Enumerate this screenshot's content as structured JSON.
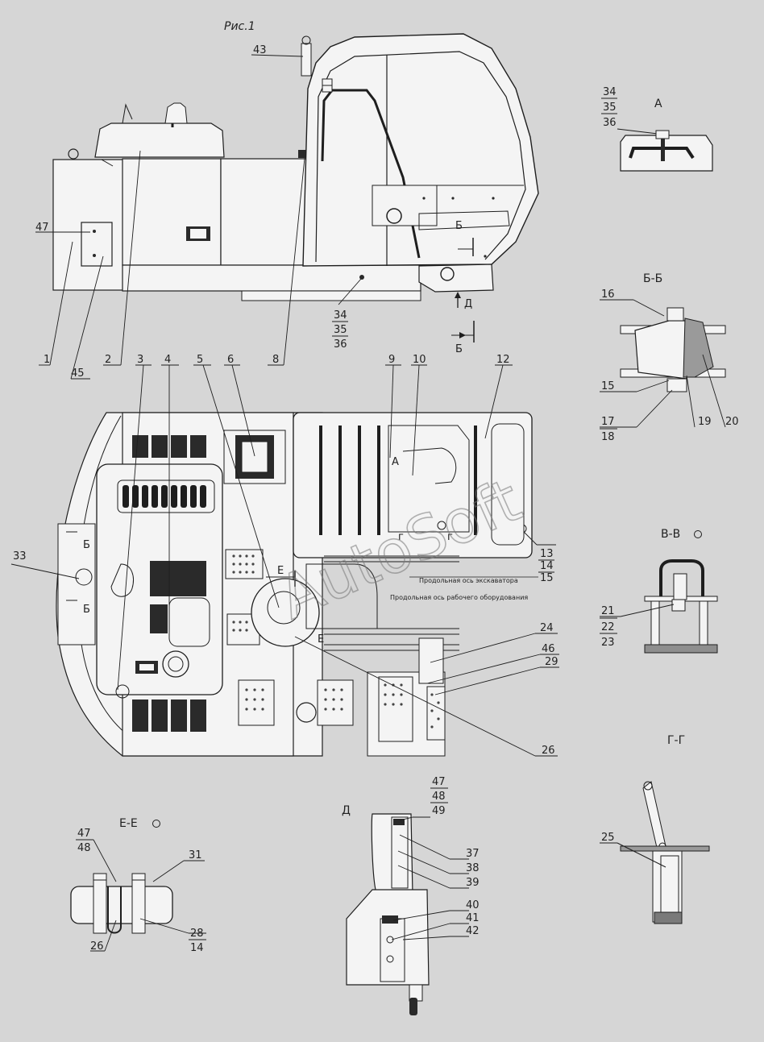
{
  "title": "Рис.1",
  "watermark": "AutoSoft",
  "views": {
    "a": "А",
    "bb": "Б-Б",
    "vv": "В-В",
    "gg": "Г-Г",
    "ee": "Е-Е",
    "d": "Д"
  },
  "marks": {
    "d": "Д",
    "b": "Б",
    "e": "Е",
    "g": "г",
    "a": "А"
  },
  "axes": {
    "excavator": "Продольная ось экскаватора",
    "equipment": "Продольная ось рабочего оборудования"
  },
  "callouts": {
    "c1": "1",
    "c2": "2",
    "c3": "3",
    "c4": "4",
    "c5": "5",
    "c6": "6",
    "c8": "8",
    "c9": "9",
    "c10": "10",
    "c12": "12",
    "c13": "13",
    "c14": "14",
    "c15": "15",
    "c16": "16",
    "c15b": "15",
    "c17": "17",
    "c18": "18",
    "c19": "19",
    "c20": "20",
    "c21": "21",
    "c22": "22",
    "c23": "23",
    "c24": "24",
    "c25": "25",
    "c26": "26",
    "c26b": "26",
    "c28": "28",
    "c14b": "14",
    "c29": "29",
    "c31": "31",
    "c33": "33",
    "c34": "34",
    "c35": "35",
    "c36": "36",
    "c34b": "34",
    "c35b": "35",
    "c36b": "36",
    "c37": "37",
    "c38": "38",
    "c39": "39",
    "c40": "40",
    "c41": "41",
    "c42": "42",
    "c43": "43",
    "c45": "45",
    "c46": "46",
    "c47": "47",
    "c47b": "47",
    "c48": "48",
    "c49": "49",
    "c47c": "47",
    "c48b": "48"
  }
}
